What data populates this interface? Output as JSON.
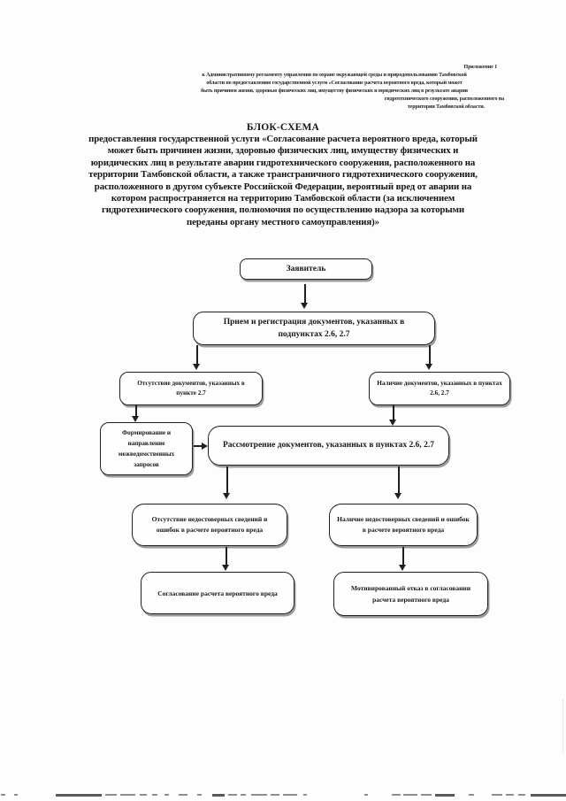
{
  "document": {
    "appendix_note": {
      "line1": "Приложение 1",
      "line2": "к Административному регламенту управления по охране окружающей среды и природопользованию Тамбовской",
      "line3": "области по предоставлению государственной услуги «Согласование расчета вероятного вреда, который может",
      "line4": "быть причинен жизни, здоровью физических лиц, имуществу физических и юридических лиц в результате аварии",
      "line5": "гидротехнического сооружения, расположенного на",
      "line6": "территории Тамбовской области."
    },
    "title": {
      "heading": "БЛОК-СХЕМА",
      "body": "предоставления государственной услуги «Согласование расчета вероятного вреда, который может быть причинен жизни, здоровью физических лиц, имуществу физических и юридических лиц в результате аварии гидротехнического сооружения, расположенного на территории Тамбовской области, а также трансграничного гидротехнического сооружения, расположенного в другом субъекте Российской Федерации, вероятный вред от аварии на котором распространяется на территорию Тамбовской области (за исключением гидротехнического сооружения, полномочия по осуществлению надзора за которыми переданы органу местного самоуправления)»"
    }
  },
  "flowchart": {
    "nodes": {
      "applicant": "Заявитель",
      "reception": "Прием и регистрация документов, указанных в подпунктах 2.6, 2.7",
      "absence_docs": "Отсутствие документов, указанных в пункте 2.7",
      "presence_docs": "Наличие документов, указанных в пунктах 2.6, 2.7",
      "formation": "Формирование и направление межведомственных запросов",
      "review": "Рассмотрение документов, указанных в пунктах 2.6, 2.7",
      "no_errors": "Отсутствие недостоверных сведений и ошибок в расчете вероятного вреда",
      "errors": "Наличие недостоверных сведений и ошибок в расчете вероятного вреда",
      "approval": "Согласование расчета вероятного вреда",
      "refusal": "Мотивированный отказ в согласовании расчета вероятного вреда"
    }
  },
  "colors": {
    "ink": "#1f1f1f",
    "paper": "#fdfdfd"
  }
}
